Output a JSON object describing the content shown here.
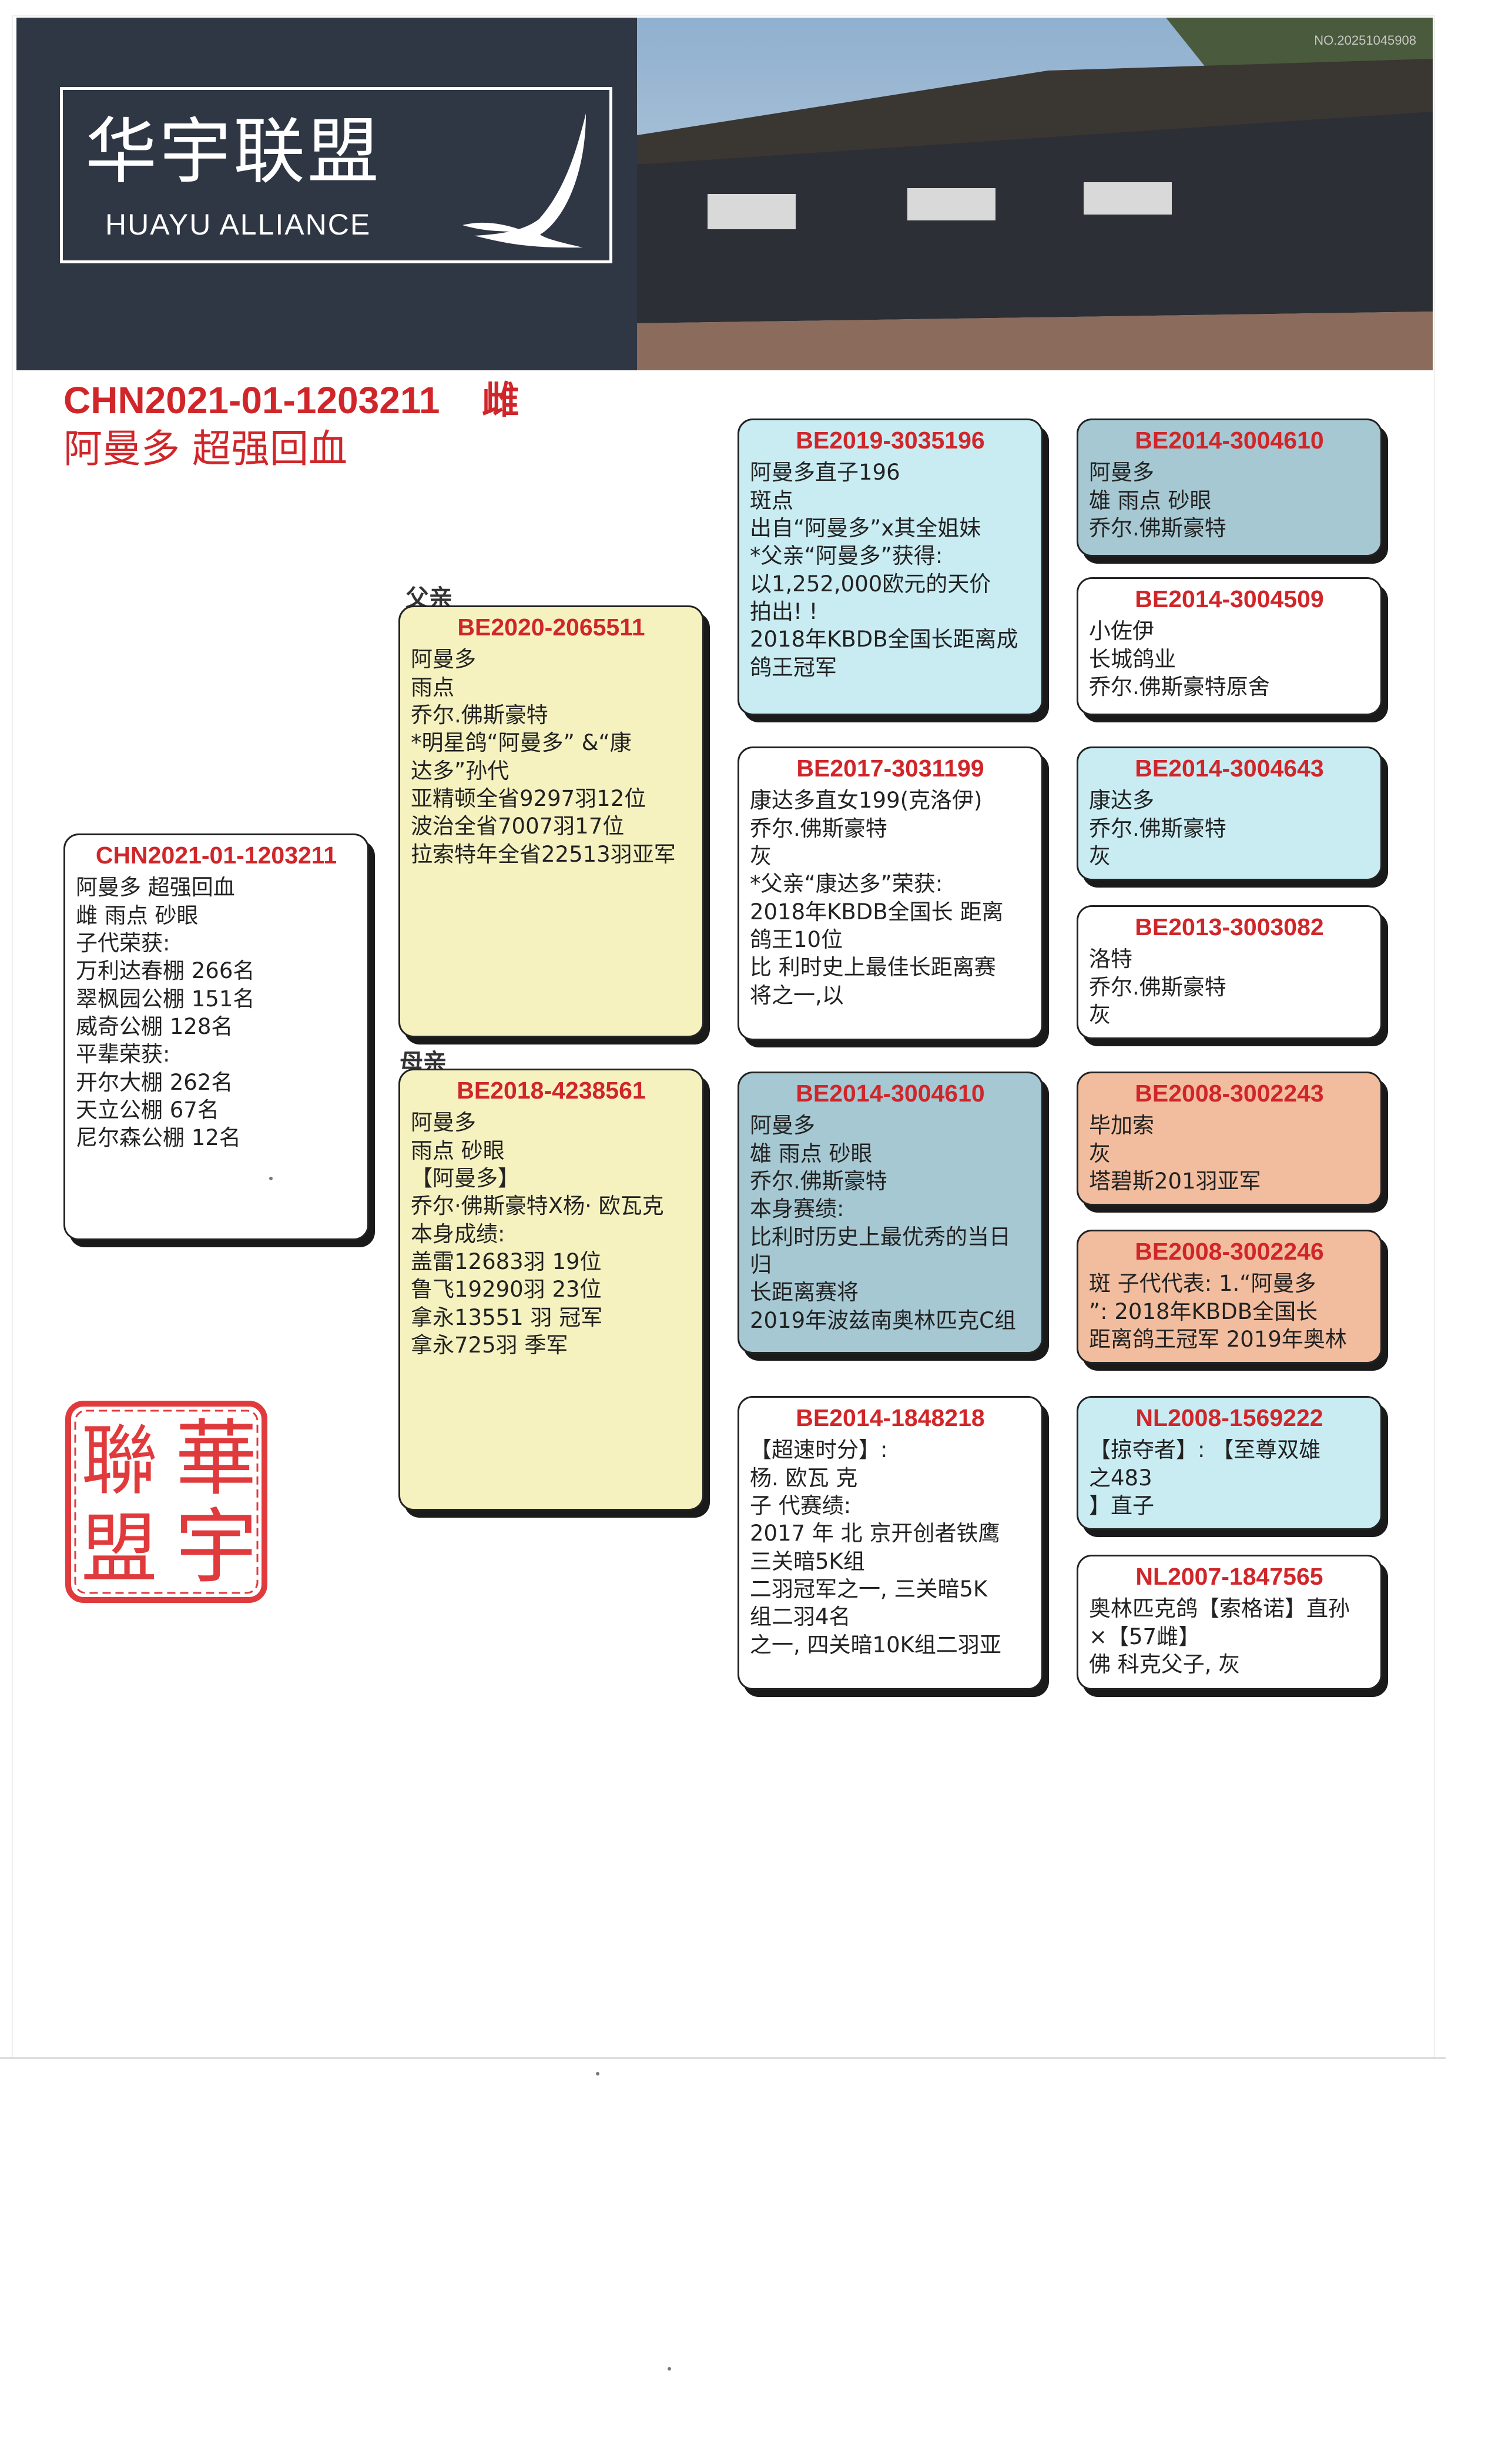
{
  "header": {
    "logo_cn": "华宇联盟",
    "logo_en": "HUAYU ALLIANCE",
    "photo_no": "NO.20251045908",
    "ring": "CHN2021-01-1203211    雌",
    "name": "阿曼多 超强回血"
  },
  "labels": {
    "father": "父亲",
    "mother": "母亲"
  },
  "subject": {
    "ring": "CHN2021-01-1203211",
    "lines": [
      "阿曼多 超强回血",
      "雌   雨点   砂眼",
      "子代荣获:",
      "万利达春棚 266名",
      "翠枫园公棚 151名",
      "威奇公棚 128名",
      "平辈荣获:",
      "开尔大棚 262名",
      "天立公棚 67名",
      "尼尔森公棚 12名"
    ]
  },
  "sire": {
    "ring": "BE2020-2065511",
    "lines": [
      "阿曼多",
      "雨点",
      "乔尔.佛斯豪特",
      "*明星鸽“阿曼多” &“康",
      "达多”孙代",
      "亚精顿全省9297羽12位",
      "波治全省7007羽17位",
      "拉索特年全省22513羽亚军"
    ]
  },
  "dam": {
    "ring": "BE2018-4238561",
    "lines": [
      "阿曼多",
      "雨点    砂眼",
      "【阿曼多】",
      "乔尔·佛斯豪特X杨· 欧瓦克",
      "本身成绩:",
      "盖雷12683羽 19位",
      "鲁飞19290羽 23位",
      "拿永13551 羽 冠军",
      "拿永725羽 季军"
    ]
  },
  "grandparents": [
    {
      "ring": "BE2019-3035196",
      "lines": [
        "阿曼多直子196",
        "斑点",
        "出自“阿曼多”x其全姐妹",
        "*父亲“阿曼多”获得:",
        "以1,252,000欧元的天价",
        "拍出! !",
        "2018年KBDB全国长距离成",
        "鸽王冠军"
      ]
    },
    {
      "ring": "BE2017-3031199",
      "lines": [
        "康达多直女199(克洛伊)",
        "乔尔.佛斯豪特",
        "灰",
        "*父亲“康达多”荣获:",
        "2018年KBDB全国长 距离",
        "鸽王10位",
        "比 利时史上最佳长距离赛",
        "将之一,以"
      ]
    },
    {
      "ring": "BE2014-3004610",
      "lines": [
        "阿曼多",
        "雄 雨点 砂眼",
        "乔尔.佛斯豪特",
        "本身赛绩:",
        "比利时历史上最优秀的当日",
        "归",
        "长距离赛将",
        "2019年波兹南奥林匹克C组"
      ]
    },
    {
      "ring": "BE2014-1848218",
      "lines": [
        "【超速时分】:",
        "杨. 欧瓦 克",
        "子 代赛绩:",
        "2017 年 北 京开创者铁鹰",
        "三关暗5K组",
        "二羽冠军之一,  三关暗5K",
        "组二羽4名",
        "之一,  四关暗10K组二羽亚"
      ]
    }
  ],
  "great_grandparents": [
    {
      "ring": "BE2014-3004610",
      "lines": [
        "阿曼多",
        "雄 雨点 砂眼",
        "乔尔.佛斯豪特"
      ]
    },
    {
      "ring": "BE2014-3004509",
      "lines": [
        "小佐伊",
        "长城鸽业",
        "乔尔.佛斯豪特原舍"
      ]
    },
    {
      "ring": "BE2014-3004643",
      "lines": [
        "康达多",
        "乔尔.佛斯豪特",
        "灰"
      ]
    },
    {
      "ring": "BE2013-3003082",
      "lines": [
        "洛特",
        "乔尔.佛斯豪特",
        "灰"
      ]
    },
    {
      "ring": "BE2008-3002243",
      "lines": [
        "毕加索",
        "灰",
        "塔碧斯201羽亚军"
      ]
    },
    {
      "ring": "BE2008-3002246",
      "lines": [
        "斑 子代代表: 1.“阿曼多",
        "”: 2018年KBDB全国长",
        "距离鸽王冠军 2019年奥林"
      ]
    },
    {
      "ring": "NL2008-1569222",
      "lines": [
        "【掠夺者】:  【至尊双雄",
        "之483",
        "】直子"
      ]
    },
    {
      "ring": "NL2007-1847565",
      "lines": [
        "奥林匹克鸽【索格诺】直孙",
        "×【57雌】",
        "佛 科克父子,  灰"
      ]
    }
  ],
  "seal": {
    "chars": [
      "華",
      "聯",
      "宇",
      "盟"
    ]
  },
  "colors": {
    "accent_red": "#d0262a",
    "yellow": "#f5f2c0",
    "cyan": "#c9ecf3",
    "steel": "#a6c8d3",
    "peach": "#f2bd9e"
  }
}
